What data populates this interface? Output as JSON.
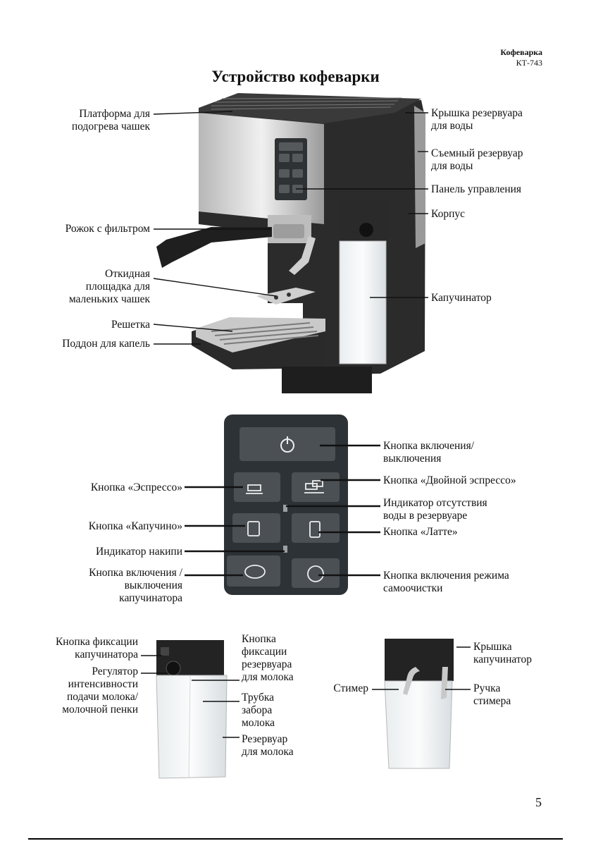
{
  "header": {
    "brand": "Кофеварка",
    "model": "КТ-743"
  },
  "title": "Устройство кофеварки",
  "machine_labels": {
    "cup_platform": "Платформа для\nподогрева чашек",
    "portafilter": "Рожок с фильтром",
    "fold_platform": "Откидная\nплощадка для\nмаленьких чашек",
    "grid": "Решетка",
    "drip_tray": "Поддон для капель",
    "tank_lid": "Крышка резервуара\nдля воды",
    "water_tank": "Съемный резервуар\nдля воды",
    "control_panel": "Панель управления",
    "body": "Корпус",
    "cappuccinator": "Капучинатор"
  },
  "panel_labels": {
    "power": "Кнопка включения/\nвыключения",
    "espresso": "Кнопка «Эспрессо»",
    "double_espresso": "Кнопка «Двойной эспрессо»",
    "no_water": "Индикатор отсутствия\nводы в резервуаре",
    "cappuccino": "Кнопка «Капучино»",
    "latte": "Кнопка «Латте»",
    "scale": "Индикатор накипи",
    "froth_power": "Кнопка включения /\nвыключения\nкапучинатора",
    "self_clean": "Кнопка включения режима\nсамоочистки"
  },
  "milk_labels": {
    "lock_button": "Кнопка фиксации\nкапучинатора",
    "regulator": "Регулятор\nинтенсивности\nподачи молока/\nмолочной пенки",
    "tank_lock": "Кнопка\nфиксации\nрезервуара\nдля молока",
    "milk_tube": "Трубка\nзабора\nмолока",
    "milk_tank": "Резервуар\nдля молока",
    "steamer": "Стимер",
    "frother_lid": "Крышка\nкапучинатор",
    "steamer_handle": "Ручка\nстимера"
  },
  "page_number": "5"
}
